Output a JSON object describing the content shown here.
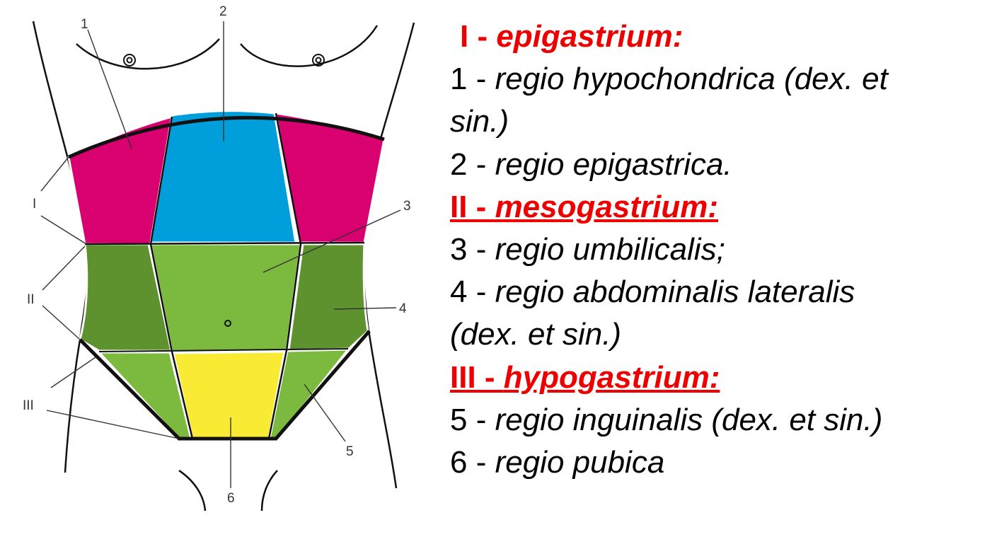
{
  "diagram": {
    "region_labels": [
      "1",
      "2",
      "3",
      "4",
      "5",
      "6"
    ],
    "zone_labels": [
      "I",
      "II",
      "III"
    ],
    "colors": {
      "hypochondriac": "#d9006f",
      "epigastric": "#009fdb",
      "umbilical": "#7cb93f",
      "lateral": "#5e922e",
      "inguinal": "#7cb93f",
      "pubic": "#f9ea33"
    }
  },
  "legend": {
    "zone1": {
      "num": "I - ",
      "name": "epigastrium:"
    },
    "item1": {
      "num": "1 - ",
      "name": "regio hypochondrica (dex. et",
      "cont": "sin.)"
    },
    "item2": {
      "num": "2 - ",
      "name": "regio epigastrica."
    },
    "zone2": {
      "num": "II - ",
      "name": "mesogastrium:"
    },
    "item3": {
      "num": "3 - ",
      "name": "regio umbilicalis;"
    },
    "item4": {
      "num": "4 - ",
      "name": "regio abdominalis lateralis",
      "cont": "(dex. et sin.)"
    },
    "zone3": {
      "num": "III - ",
      "name": "hypogastrium:"
    },
    "item5": {
      "num": "5 - ",
      "name": "regio inguinalis (dex. et sin.)"
    },
    "item6": {
      "num": "6 - ",
      "name": "regio pubica"
    }
  }
}
